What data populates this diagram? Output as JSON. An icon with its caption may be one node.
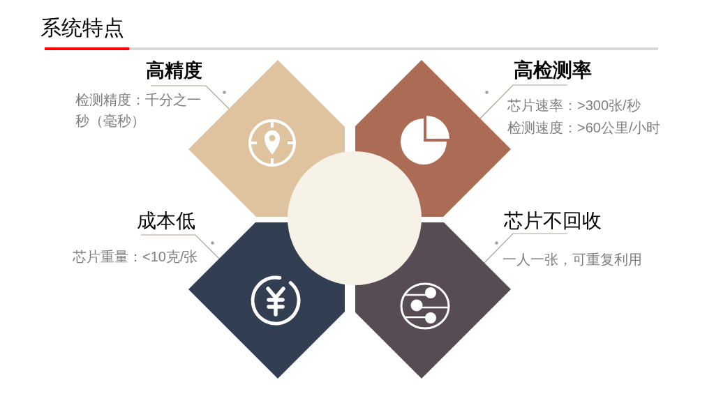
{
  "diagram": {
    "title": "系统特点",
    "nodes": [
      {
        "text": [
          "高精度",
          "检测精度：千分之一秒（毫秒）"
        ]
      },
      {
        "text": [],
        "shape": "diamond"
      },
      {
        "text": [],
        "shape": "diamond"
      },
      {
        "text": [
          "高检测率",
          "芯片速率：>300张/秒",
          "检测速度：>60公里/小时"
        ]
      },
      {
        "text": [
          "成本低",
          "芯片重量：<10克/张"
        ]
      },
      {
        "text": [],
        "shape": "diamond"
      },
      {
        "text": [],
        "shape": "diamond"
      },
      {
        "text": [
          "芯片不回收",
          "一人一张，可重复利用"
        ]
      },
      {
        "text": [],
        "shape": "circle"
      }
    ],
    "edges": [
      {
        "from": 0,
        "to": 1,
        "arrow": "none"
      },
      {
        "from": 3,
        "to": 2,
        "arrow": "none"
      },
      {
        "from": 4,
        "to": 5,
        "arrow": "none"
      },
      {
        "from": 7,
        "to": 6,
        "arrow": "none"
      }
    ]
  }
}
